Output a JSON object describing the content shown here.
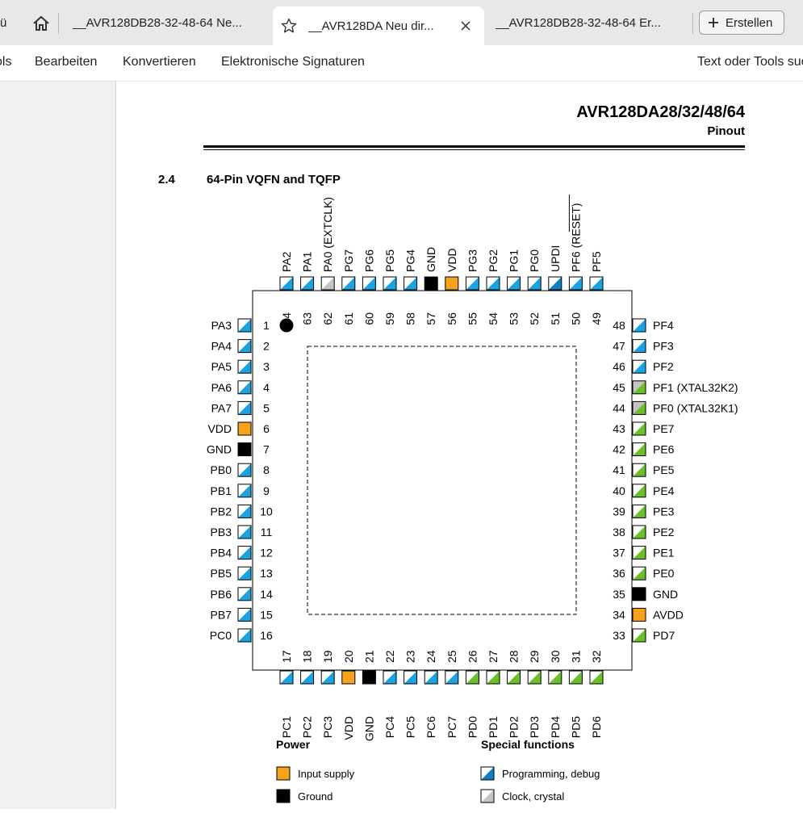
{
  "browser": {
    "tabs": [
      {
        "label": "ü"
      },
      {
        "label": "__AVR128DB28-32-48-64 Ne..."
      },
      {
        "label": "__AVR128DA Neu dir..."
      },
      {
        "label": "__AVR128DB28-32-48-64 Er..."
      }
    ],
    "create_label": "Erstellen"
  },
  "toolbar": {
    "items": [
      "ols",
      "Bearbeiten",
      "Konvertieren",
      "Elektronische Signaturen"
    ],
    "search_label": "Text oder Tools suc"
  },
  "document": {
    "title": "AVR128DA28/32/48/64",
    "subtitle": "Pinout",
    "section_number": "2.4",
    "section_title": "64-Pin VQFN and TQFP",
    "top_pins": [
      {
        "num": "64",
        "name": "PA2",
        "type": "io"
      },
      {
        "num": "63",
        "name": "PA1",
        "type": "io"
      },
      {
        "num": "62",
        "name": "PA0 (EXTCLK)",
        "type": "clock"
      },
      {
        "num": "61",
        "name": "PG7",
        "type": "io"
      },
      {
        "num": "60",
        "name": "PG6",
        "type": "io"
      },
      {
        "num": "59",
        "name": "PG5",
        "type": "io"
      },
      {
        "num": "58",
        "name": "PG4",
        "type": "io"
      },
      {
        "num": "57",
        "name": "GND",
        "type": "ground"
      },
      {
        "num": "56",
        "name": "VDD",
        "type": "supply"
      },
      {
        "num": "55",
        "name": "PG3",
        "type": "io"
      },
      {
        "num": "54",
        "name": "PG2",
        "type": "io"
      },
      {
        "num": "53",
        "name": "PG1",
        "type": "io"
      },
      {
        "num": "52",
        "name": "PG0",
        "type": "io"
      },
      {
        "num": "51",
        "name": "UPDI",
        "type": "prog"
      },
      {
        "num": "50",
        "name": "PF6 (RESET)",
        "type": "io"
      },
      {
        "num": "49",
        "name": "PF5",
        "type": "io"
      }
    ],
    "left_pins": [
      {
        "num": "1",
        "name": "PA3",
        "type": "io"
      },
      {
        "num": "2",
        "name": "PA4",
        "type": "io"
      },
      {
        "num": "3",
        "name": "PA5",
        "type": "io"
      },
      {
        "num": "4",
        "name": "PA6",
        "type": "io"
      },
      {
        "num": "5",
        "name": "PA7",
        "type": "io"
      },
      {
        "num": "6",
        "name": "VDD",
        "type": "supply"
      },
      {
        "num": "7",
        "name": "GND",
        "type": "ground"
      },
      {
        "num": "8",
        "name": "PB0",
        "type": "io"
      },
      {
        "num": "9",
        "name": "PB1",
        "type": "io"
      },
      {
        "num": "10",
        "name": "PB2",
        "type": "io"
      },
      {
        "num": "11",
        "name": "PB3",
        "type": "io"
      },
      {
        "num": "12",
        "name": "PB4",
        "type": "io"
      },
      {
        "num": "13",
        "name": "PB5",
        "type": "io"
      },
      {
        "num": "14",
        "name": "PB6",
        "type": "io"
      },
      {
        "num": "15",
        "name": "PB7",
        "type": "io"
      },
      {
        "num": "16",
        "name": "PC0",
        "type": "io"
      }
    ],
    "right_pins": [
      {
        "num": "48",
        "name": "PF4",
        "type": "io"
      },
      {
        "num": "47",
        "name": "PF3",
        "type": "io"
      },
      {
        "num": "46",
        "name": "PF2",
        "type": "io"
      },
      {
        "num": "45",
        "name": "PF1 (XTAL32K2)",
        "type": "green-clock"
      },
      {
        "num": "44",
        "name": "PF0 (XTAL32K1)",
        "type": "green-clock"
      },
      {
        "num": "43",
        "name": "PE7",
        "type": "green"
      },
      {
        "num": "42",
        "name": "PE6",
        "type": "green"
      },
      {
        "num": "41",
        "name": "PE5",
        "type": "green"
      },
      {
        "num": "40",
        "name": "PE4",
        "type": "green"
      },
      {
        "num": "39",
        "name": "PE3",
        "type": "green"
      },
      {
        "num": "38",
        "name": "PE2",
        "type": "green"
      },
      {
        "num": "37",
        "name": "PE1",
        "type": "green"
      },
      {
        "num": "36",
        "name": "PE0",
        "type": "green"
      },
      {
        "num": "35",
        "name": "GND",
        "type": "ground"
      },
      {
        "num": "34",
        "name": "AVDD",
        "type": "supply"
      },
      {
        "num": "33",
        "name": "PD7",
        "type": "green"
      }
    ],
    "bottom_pins": [
      {
        "num": "17",
        "name": "PC1",
        "type": "io"
      },
      {
        "num": "18",
        "name": "PC2",
        "type": "io"
      },
      {
        "num": "19",
        "name": "PC3",
        "type": "io"
      },
      {
        "num": "20",
        "name": "VDD",
        "type": "supply"
      },
      {
        "num": "21",
        "name": "GND",
        "type": "ground"
      },
      {
        "num": "22",
        "name": "PC4",
        "type": "io"
      },
      {
        "num": "23",
        "name": "PC5",
        "type": "io"
      },
      {
        "num": "24",
        "name": "PC6",
        "type": "io"
      },
      {
        "num": "25",
        "name": "PC7",
        "type": "io"
      },
      {
        "num": "26",
        "name": "PD0",
        "type": "green"
      },
      {
        "num": "27",
        "name": "PD1",
        "type": "green"
      },
      {
        "num": "28",
        "name": "PD2",
        "type": "green"
      },
      {
        "num": "29",
        "name": "PD3",
        "type": "green"
      },
      {
        "num": "30",
        "name": "PD4",
        "type": "green"
      },
      {
        "num": "31",
        "name": "PD5",
        "type": "green"
      },
      {
        "num": "32",
        "name": "PD6",
        "type": "green"
      }
    ],
    "legend": {
      "power_title": "Power",
      "power_items": [
        {
          "label": "Input supply",
          "type": "supply"
        },
        {
          "label": "Ground",
          "type": "ground"
        }
      ],
      "special_title": "Special functions",
      "special_items": [
        {
          "label": "Programming, debug",
          "type": "prog"
        },
        {
          "label": "Clock, crystal",
          "type": "clock"
        }
      ]
    }
  },
  "colors": {
    "io": "#1aa3e0",
    "green": "#6cbf2a",
    "clock": "#c4c4c4",
    "supply": "#f7a21c",
    "ground": "#000000",
    "prog": "#0f7fc4"
  }
}
